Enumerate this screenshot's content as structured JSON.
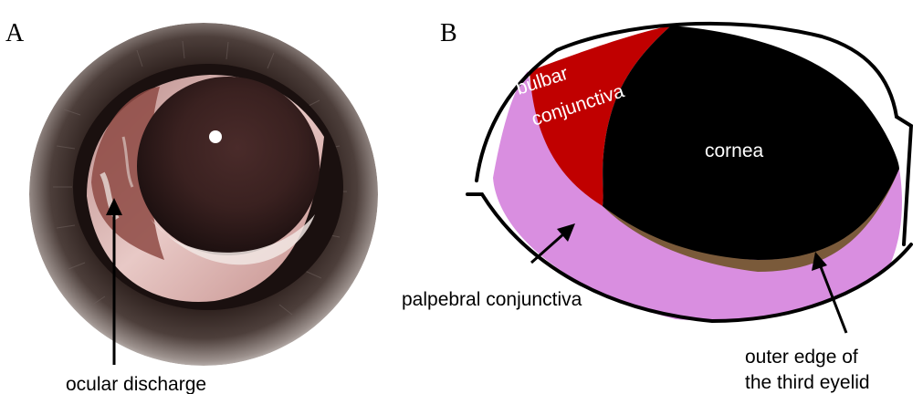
{
  "panels": {
    "a": {
      "letter": "A",
      "callout": "ocular discharge"
    },
    "b": {
      "letter": "B",
      "regions": {
        "bulbar": [
          "bulbar",
          "conjunctiva"
        ],
        "cornea": "cornea",
        "palpebral": "palpebral conjunctiva",
        "third_eyelid": [
          "outer edge of",
          "the third eyelid"
        ]
      }
    }
  },
  "colors": {
    "bulbar_conjunctiva": "#c00000",
    "cornea": "#000000",
    "palpebral_conjunctiva": "#d98ee0",
    "third_eyelid_edge": "#7a5a3a",
    "eyelid_outline": "#000000"
  }
}
